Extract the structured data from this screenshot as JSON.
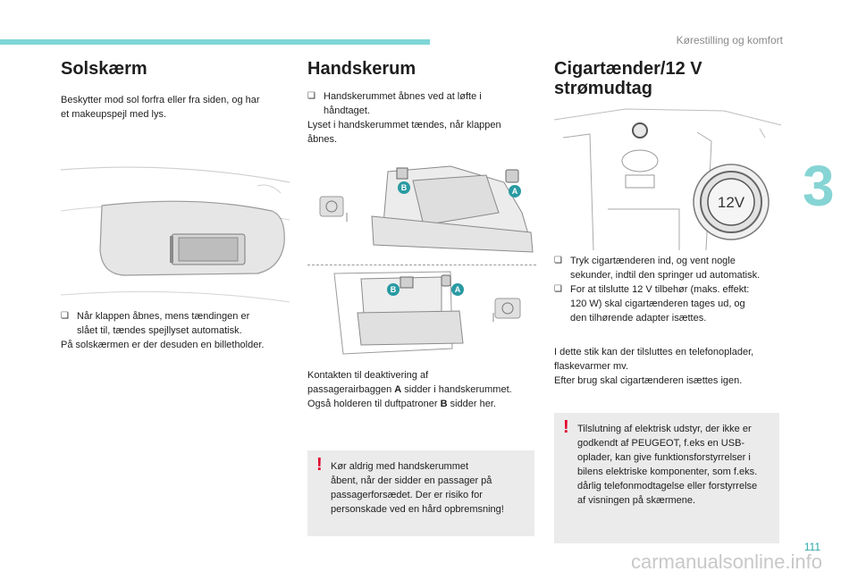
{
  "header": {
    "chapter": "Kørestilling og komfort",
    "tab_number": "3",
    "page_number": "111"
  },
  "watermark": "carmanualsonline.info",
  "col1": {
    "title": "Solskærm",
    "intro": [
      "Beskytter mod sol forfra eller fra siden, og har",
      "et makeupspejl med lys."
    ],
    "bullet": [
      "Når klappen åbnes, mens tændingen er",
      "slået til, tændes spejllyset automatisk."
    ],
    "note": "På solskærmen er der desuden en billetholder."
  },
  "col2": {
    "title": "Handskerum",
    "bullet": [
      "Handskerummet åbnes ved at løfte i",
      "håndtaget."
    ],
    "text1": [
      "Lyset i handskerummet tændes, når klappen",
      "åbnes."
    ],
    "label_a": "A",
    "label_b": "B",
    "text2_l1": "Kontakten til deaktivering af",
    "text2_l2_pre": "passagerairbaggen ",
    "text2_l2_bold": "A",
    "text2_l2_post": " sidder i handskerummet.",
    "text2_l3_pre": "Også holderen til duftpatroner ",
    "text2_l3_bold": "B",
    "text2_l3_post": " sidder her.",
    "warning": [
      "Kør aldrig med handskerummet",
      "åbent, når der sidder en passager på",
      "passagerforsædet. Der er risiko for",
      "personskade ved en hård opbremsning!"
    ]
  },
  "col3": {
    "title_l1": "Cigartænder/12 V",
    "title_l2": "strømudtag",
    "socket_label": "12V",
    "bullet1": [
      "Tryk cigartænderen ind, og vent nogle",
      "sekunder, indtil den springer ud automatisk."
    ],
    "bullet2": [
      "For at tilslutte 12 V tilbehør (maks. effekt:",
      "120 W) skal cigartænderen tages ud, og",
      "den tilhørende adapter isættes."
    ],
    "text": [
      "I dette stik kan der tilsluttes en telefonoplader,",
      "flaskevarmer mv.",
      "Efter brug skal cigartænderen isættes igen."
    ],
    "warning": [
      "Tilslutning af elektrisk udstyr, der ikke er",
      "godkendt af PEUGEOT, f.eks en USB-",
      "oplader, kan give funktionsforstyrrelser i",
      "bilens elektriske komponenter, som f.eks.",
      "dårlig telefonmodtagelse eller forstyrrelse",
      "af visningen på skærmene."
    ]
  },
  "icons": {
    "bullet": "square-bullet-icon",
    "warning": "exclamation-icon"
  }
}
